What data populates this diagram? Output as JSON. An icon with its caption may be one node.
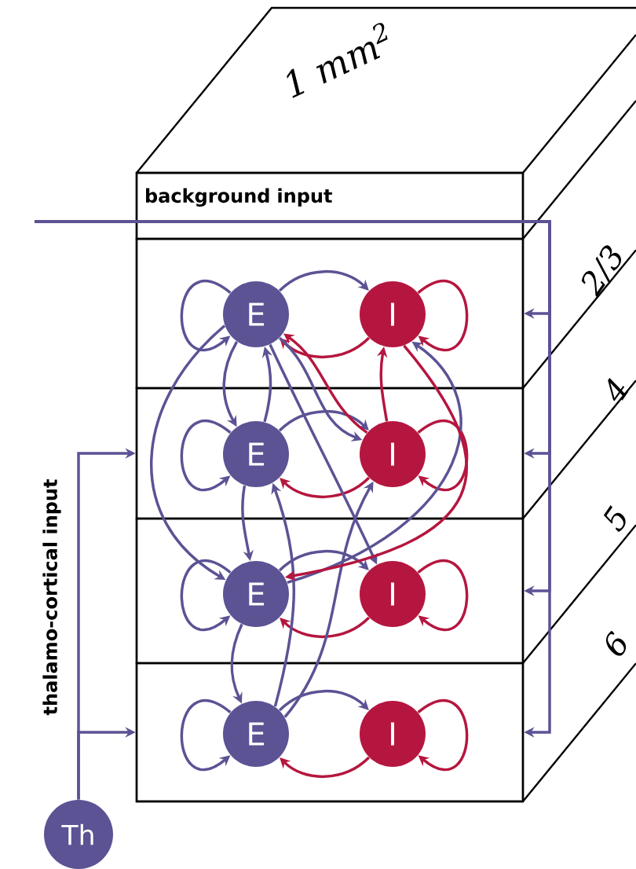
{
  "diagram": {
    "nodes": [
      {
        "text": [
          "background input"
        ]
      },
      {
        "text": [],
        "shape": "box"
      },
      {
        "text": [],
        "shape": "box"
      },
      {
        "text": [],
        "shape": "box"
      },
      {
        "text": [],
        "shape": "box"
      },
      {
        "text": [
          "E"
        ],
        "in": 1
      },
      {
        "text": [
          "I"
        ],
        "in": 1
      },
      {
        "text": [
          "E"
        ],
        "in": 2
      },
      {
        "text": [
          "I"
        ],
        "in": 2
      },
      {
        "text": [
          "E"
        ],
        "in": 3
      },
      {
        "text": [
          "I"
        ],
        "in": 3
      },
      {
        "text": [
          "E"
        ],
        "in": 4
      },
      {
        "text": [
          "I"
        ],
        "in": 4
      },
      {
        "text": [
          "Th"
        ]
      }
    ],
    "edges": [
      {
        "from": 5,
        "to": 5,
        "arrow": "to"
      },
      {
        "from": 6,
        "to": 6,
        "arrow": "to",
        "color": "#b5163f"
      },
      {
        "from": 5,
        "to": 6,
        "arrow": "to"
      },
      {
        "from": 6,
        "to": 5,
        "arrow": "to",
        "color": "#b5163f"
      },
      {
        "from": 7,
        "to": 7,
        "arrow": "to"
      },
      {
        "from": 8,
        "to": 8,
        "arrow": "to",
        "color": "#b5163f"
      },
      {
        "from": 7,
        "to": 8,
        "arrow": "to"
      },
      {
        "from": 8,
        "to": 7,
        "arrow": "to",
        "color": "#b5163f"
      },
      {
        "from": 9,
        "to": 9,
        "arrow": "to"
      },
      {
        "from": 10,
        "to": 10,
        "arrow": "to",
        "color": "#b5163f"
      },
      {
        "from": 9,
        "to": 10,
        "arrow": "to"
      },
      {
        "from": 10,
        "to": 9,
        "arrow": "to",
        "color": "#b5163f"
      },
      {
        "from": 11,
        "to": 11,
        "arrow": "to"
      },
      {
        "from": 12,
        "to": 12,
        "arrow": "to",
        "color": "#b5163f"
      },
      {
        "from": 11,
        "to": 12,
        "arrow": "to"
      },
      {
        "from": 12,
        "to": 11,
        "arrow": "to",
        "color": "#b5163f"
      },
      {
        "from": 5,
        "to": 7,
        "arrow": "to"
      },
      {
        "from": 7,
        "to": 5,
        "arrow": "to"
      },
      {
        "from": 5,
        "to": 9,
        "arrow": "to"
      },
      {
        "from": 7,
        "to": 9,
        "arrow": "to"
      },
      {
        "from": 9,
        "to": 11,
        "arrow": "to"
      },
      {
        "from": 11,
        "to": 7,
        "arrow": "to"
      },
      {
        "from": 11,
        "to": 8,
        "arrow": "to"
      },
      {
        "from": 5,
        "to": 8,
        "arrow": "to"
      },
      {
        "from": 5,
        "to": 10,
        "arrow": "to"
      },
      {
        "from": 9,
        "to": 6,
        "arrow": "to"
      },
      {
        "from": 8,
        "to": 5,
        "arrow": "to",
        "color": "#b5163f"
      },
      {
        "from": 8,
        "to": 6,
        "arrow": "to",
        "color": "#b5163f"
      },
      {
        "from": 6,
        "to": 9,
        "arrow": "to",
        "color": "#b5163f"
      },
      {
        "from": null,
        "to": 1,
        "arrow": "to"
      },
      {
        "from": null,
        "to": 2,
        "arrow": "to"
      },
      {
        "from": null,
        "to": 3,
        "arrow": "to"
      },
      {
        "from": null,
        "to": 4,
        "arrow": "to"
      },
      {
        "from": 13,
        "to": 2,
        "arrow": "to",
        "label": "thalamo-cortical input"
      },
      {
        "from": 13,
        "to": 4,
        "arrow": "to"
      }
    ],
    "labels": [
      "1 mm$^{2}$",
      "2/3",
      "4",
      "5",
      "6"
    ]
  }
}
